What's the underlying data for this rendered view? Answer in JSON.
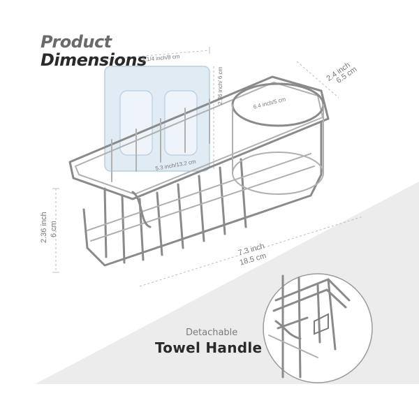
{
  "heading": {
    "line1": "Product",
    "line2": "Dimensions"
  },
  "dimensions": {
    "pad_width": "3.1/4 inch/8 cm",
    "pad_height": "2.36 inch/ 6 cm",
    "circle_diameter": "6.4 inch/5 cm",
    "inner_length": "5.3 inch/13.2 cm",
    "depth_in": "2.4 inch",
    "depth_cm": "6.5 cm",
    "height_in": "2.36 inch",
    "height_cm": "6 cm",
    "length_in": "7.3 inch",
    "length_cm": "18.5 cm"
  },
  "feature": {
    "caption_small": "Detachable",
    "caption_big": "Towel Handle"
  },
  "colors": {
    "background": "#ffffff",
    "floor": "#ececec",
    "wire": "#8a8a8a",
    "pad": "#c9dced",
    "dim_line": "#bdbdbd"
  }
}
